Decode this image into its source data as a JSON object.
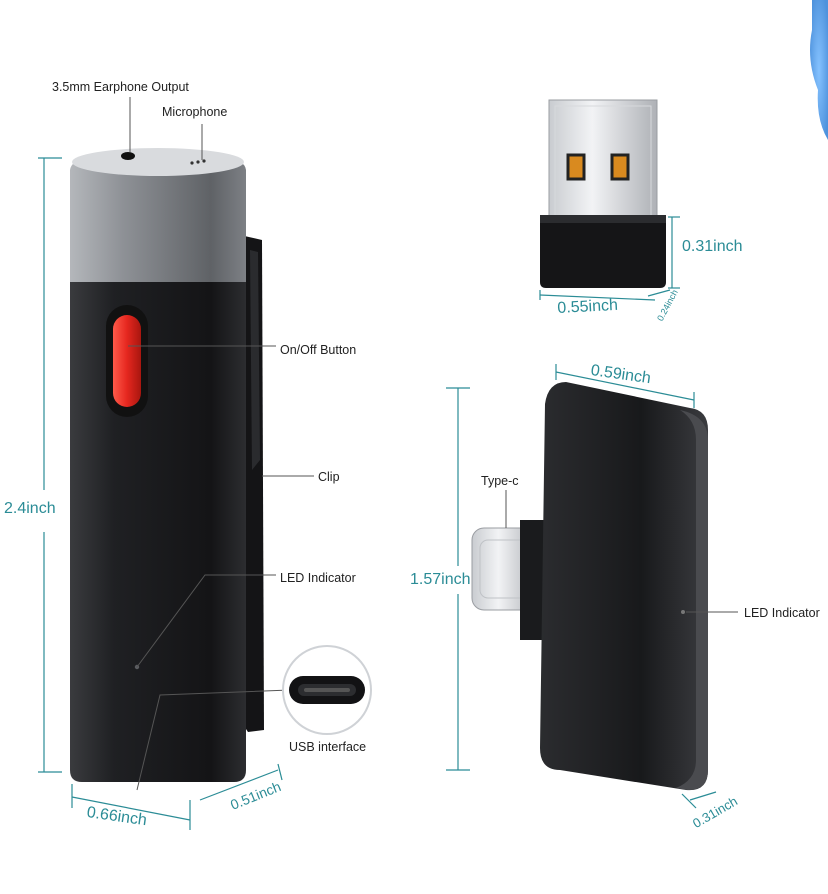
{
  "transmitter": {
    "label_earphone": "3.5mm Earphone Output",
    "label_microphone": "Microphone",
    "label_onoff": "On/Off Button",
    "label_clip": "Clip",
    "label_led": "LED Indicator",
    "label_usb": "USB interface",
    "dim_height": "2.4inch",
    "dim_width": "0.66inch",
    "dim_depth": "0.51inch"
  },
  "usb_adapter": {
    "dim_height": "0.31inch",
    "dim_width": "0.55inch",
    "dim_depth": "0.24inch"
  },
  "receiver": {
    "label_typec": "Type-c",
    "label_led": "LED Indicator",
    "dim_width": "0.59inch",
    "dim_height": "1.57inch",
    "dim_depth": "0.31inch"
  },
  "colors": {
    "dimension": "#2b8c96",
    "button_red": "#e5271f",
    "body_black": "#1c1c1e",
    "cap_grey": "#8c8f94"
  }
}
